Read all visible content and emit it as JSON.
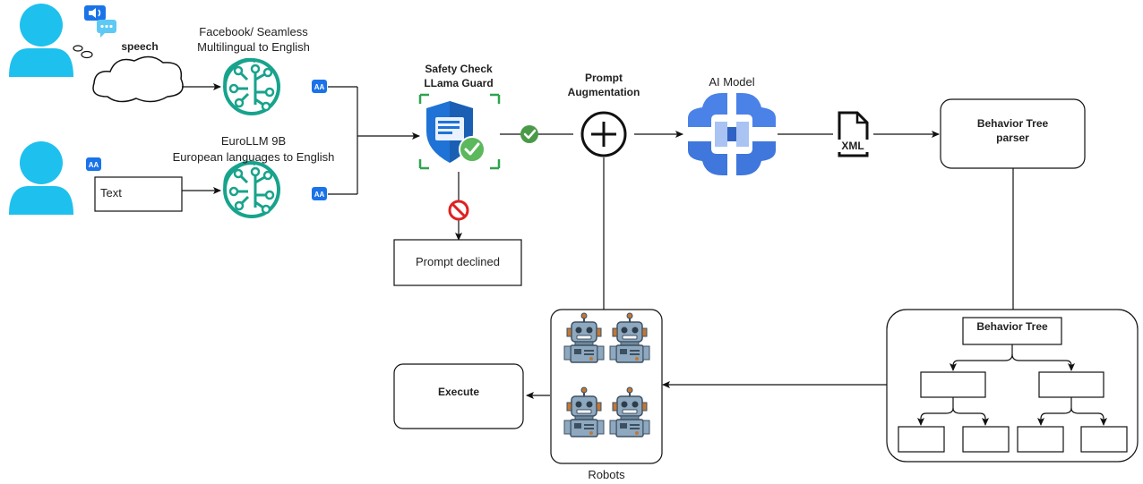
{
  "speech_label": "speech",
  "facebook_label_line1": "Facebook/ Seamless",
  "facebook_label_line2": "Multilingual to English",
  "eurollm_label_line1": "EuroLLM 9B",
  "eurollm_label_line2": "European languages to English",
  "text_input_label": "Text",
  "safety_title_line1": "Safety Check",
  "safety_title_line2": "LLama Guard",
  "prompt_aug_line1": "Prompt",
  "prompt_aug_line2": "Augmentation",
  "ai_model_label": "AI Model",
  "xml_label": "XML",
  "bt_parser_line1": "Behavior Tree",
  "bt_parser_line2": "parser",
  "prompt_declined_label": "Prompt declined",
  "robots_label": "Robots",
  "execute_label": "Execute",
  "behavior_tree_label": "Behavior Tree",
  "translate_badge": "AA",
  "colors": {
    "user": "#1ec0ee",
    "brain": "#17a38c",
    "shield": "#1f73d6",
    "check": "#5cb85c",
    "no_entry": "#e02020",
    "gemini_blue": "#4a82e8",
    "robot": "#8ea8bf"
  }
}
